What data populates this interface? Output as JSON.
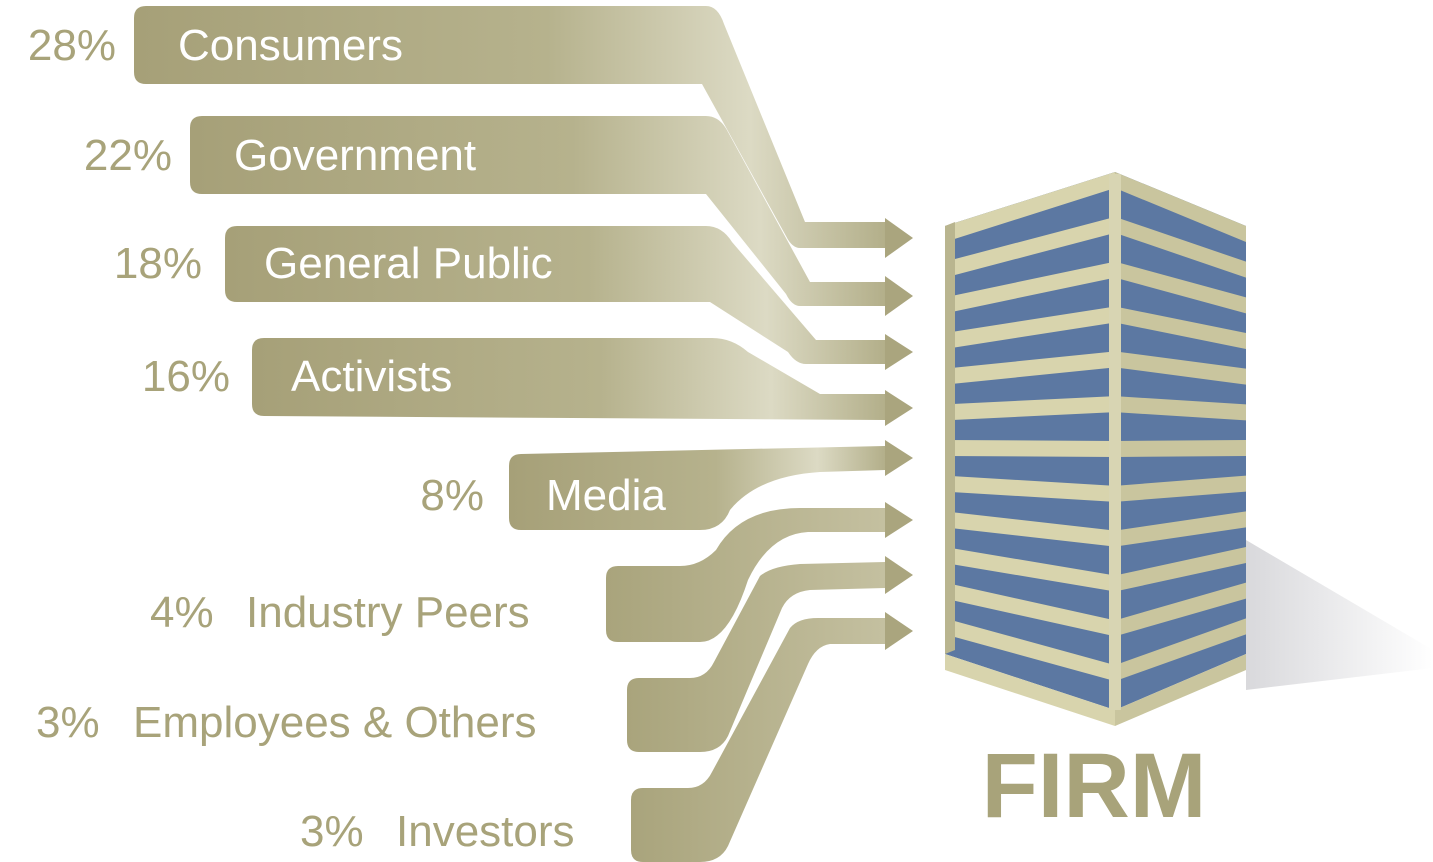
{
  "stakeholders": [
    {
      "percent": "28%",
      "label": "Consumers"
    },
    {
      "percent": "22%",
      "label": "Government"
    },
    {
      "percent": "18%",
      "label": "General Public"
    },
    {
      "percent": "16%",
      "label": "Activists"
    },
    {
      "percent": "8%",
      "label": "Media"
    },
    {
      "percent": "4%",
      "label": "Industry Peers"
    },
    {
      "percent": "3%",
      "label": "Employees & Others"
    },
    {
      "percent": "3%",
      "label": "Investors"
    }
  ],
  "target": {
    "label": "FIRM",
    "icon": "building-icon"
  },
  "colors": {
    "band": "#a8a37a",
    "band_light": "#e4e2cf",
    "text_dark": "#a8a37a",
    "building_blue": "#5c78a2",
    "building_stripe": "#d8d4ad"
  }
}
